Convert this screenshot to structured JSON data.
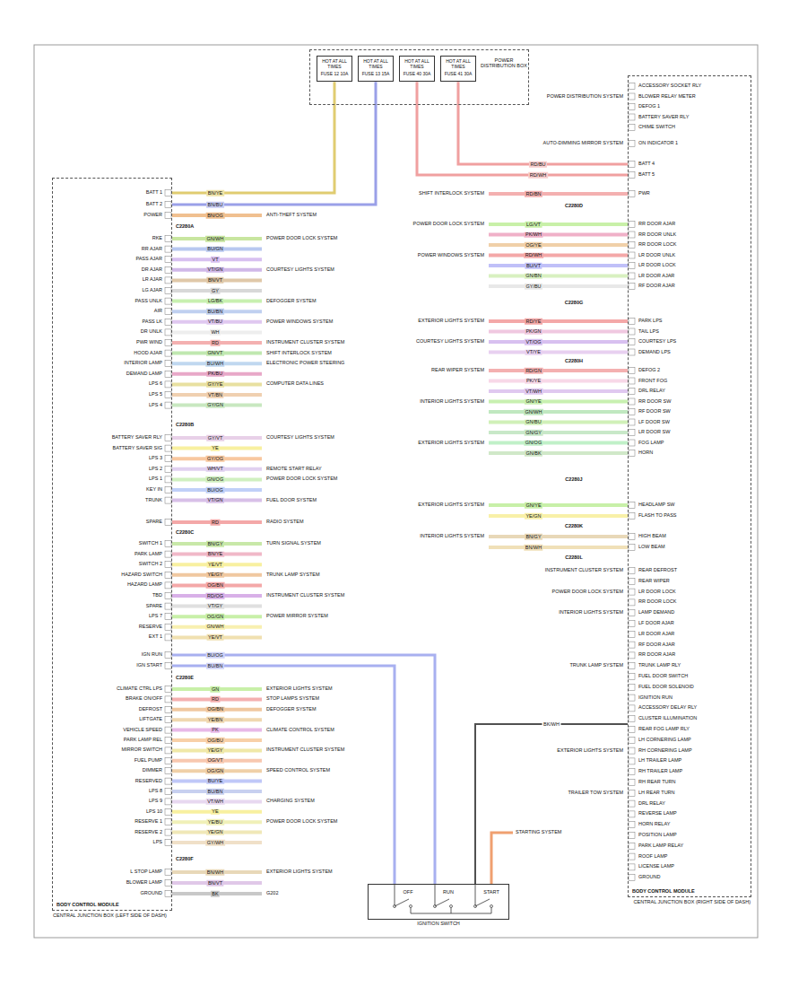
{
  "diagram": {
    "nodes": [
      {
        "text": [
          "POWER DISTRIBUTION BOX"
        ]
      },
      {
        "text": [
          "HOT AT ALL TIMES",
          "FUSE 12 10A"
        ],
        "in": 0
      },
      {
        "text": [
          "HOT AT ALL TIMES",
          "FUSE 13 15A"
        ],
        "in": 0
      },
      {
        "text": [
          "HOT AT ALL TIMES",
          "FUSE 40 30A"
        ],
        "in": 0
      },
      {
        "text": [
          "HOT AT ALL TIMES",
          "FUSE 41 30A"
        ],
        "in": 0
      },
      {
        "text": [
          "BODY CONTROL MODULE",
          "CENTRAL JUNCTION BOX (LEFT SIDE OF DASH)"
        ]
      },
      {
        "text": [
          "BODY CONTROL MODULE",
          "CENTRAL JUNCTION BOX (RIGHT SIDE OF DASH)"
        ]
      },
      {
        "text": [
          "IGNITION SWITCH"
        ]
      }
    ],
    "edges": [
      {
        "from": 1,
        "to": 5,
        "arrow": "none",
        "label": "BN/YE"
      },
      {
        "from": 2,
        "to": 5,
        "arrow": "none",
        "label": "BN/BU"
      },
      {
        "from": 3,
        "to": 6,
        "arrow": "none",
        "label": "RD/WH"
      },
      {
        "from": 4,
        "to": 6,
        "arrow": "none",
        "label": "RD/BU"
      },
      {
        "from": 7,
        "to": 5,
        "arrow": "none",
        "label": "BU/OG"
      },
      {
        "from": 7,
        "to": 5,
        "arrow": "none",
        "label": "BU/BN"
      },
      {
        "from": 7,
        "to": 6,
        "arrow": "none",
        "label": "BK/WH"
      }
    ],
    "labels": [
      "BATT 1",
      "BATT 2",
      "POWER",
      "BN/OG",
      "ANTI-THEFT SYSTEM",
      "C2280A",
      "RKE",
      "GN/WH",
      "POWER DOOR LOCK SYSTEM",
      "RR AJAR",
      "BU/GN",
      "PASS AJAR",
      "VT",
      "DR AJAR",
      "VT/GN",
      "COURTESY LIGHTS SYSTEM",
      "LR AJAR",
      "BN/VT",
      "LG AJAR",
      "GY",
      "PASS UNLK",
      "LG/BK",
      "DEFOGGER SYSTEM",
      "AIR",
      "BU/BN",
      "PASS LK",
      "VT/BU",
      "POWER WINDOWS SYSTEM",
      "DR UNLK",
      "WH",
      "PWR WIND",
      "RD",
      "INSTRUMENT CLUSTER SYSTEM",
      "HOOD AJAR",
      "GN/VT",
      "SHIFT INTERLOCK SYSTEM",
      "INTERIOR LAMP",
      "BU/WH",
      "ELECTRONIC POWER STEERING",
      "DEMAND LAMP",
      "PK/BU",
      "LPS 6",
      "GY/YE",
      "COMPUTER DATA LINES",
      "LPS 5",
      "VT/BN",
      "LPS 4",
      "GY/GN",
      "C2280B",
      "BATTERY SAVER RLY",
      "GY/VT",
      "COURTESY LIGHTS SYSTEM",
      "BATTERY SAVER SIG",
      "YE",
      "LPS 3",
      "GY/OG",
      "LPS 2",
      "WH/VT",
      "REMOTE START RELAY",
      "LPS 1",
      "GN/OG",
      "POWER DOOR LOCK SYSTEM",
      "KEY IN",
      "BU/OG",
      "TRUNK",
      "VT/GN",
      "FUEL DOOR SYSTEM",
      "SPARE",
      "RD",
      "RADIO SYSTEM",
      "C2280C",
      "SWITCH 1",
      "BN/GY",
      "TURN SIGNAL SYSTEM",
      "PARK LAMP",
      "BN/YE",
      "SWITCH 2",
      "YE/VT",
      "HAZARD SWITCH",
      "YE/GY",
      "TRUNK LAMP SYSTEM",
      "HAZARD LAMP",
      "OG/BN",
      "TBD",
      "RD/OG",
      "INSTRUMENT CLUSTER SYSTEM",
      "SPARE",
      "VT/GY",
      "LPS 7",
      "OG/GN",
      "POWER MIRROR SYSTEM",
      "RESERVE",
      "GN/WH",
      "EXT 1",
      "YE/VT",
      "IGN RUN",
      "IGN START",
      "C2280E",
      "CLIMATE CTRL LPS",
      "GN",
      "EXTERIOR LIGHTS SYSTEM",
      "BRAKE ON/OFF",
      "RD",
      "STOP LAMPS SYSTEM",
      "DEFROST",
      "OG/BN",
      "DEFOGGER SYSTEM",
      "LIFTGATE",
      "YE/BN",
      "VEHICLE SPEED",
      "PK",
      "CLIMATE CONTROL SYSTEM",
      "PARK LAMP REL",
      "OG/BU",
      "MIRROR SWITCH",
      "YE/GY",
      "INSTRUMENT CLUSTER SYSTEM",
      "FUEL PUMP",
      "OG/VT",
      "DIMMER",
      "OG/GN",
      "SPEED CONTROL SYSTEM",
      "RESERVED",
      "BU/YE",
      "LPS 8",
      "BU/BN",
      "LPS 9",
      "VT/WH",
      "CHARGING SYSTEM",
      "LPS 10",
      "YE",
      "RESERVE 1",
      "YE/BU",
      "POWER DOOR LOCK SYSTEM",
      "RESERVE 2",
      "YE/GN",
      "LPS",
      "GY/WH",
      "C2280F",
      "L STOP LAMP",
      "BN/WH",
      "EXTERIOR LIGHTS SYSTEM",
      "BLOWER LAMP",
      "BN/VT",
      "GROUND",
      "BK",
      "G202",
      "OFF",
      "RUN",
      "START",
      "STARTING SYSTEM",
      "ACCESSORY SOCKET RLY",
      "POWER DISTRIBUTION SYSTEM",
      "BLOWER RELAY METER",
      "DEFOG 1",
      "BATTERY SAVER RLY",
      "CHIME SWITCH",
      "AUTO-DIMMING MIRROR SYSTEM",
      "ON INDICATOR 1",
      "BATT 4",
      "BATT 5",
      "SHIFT INTERLOCK SYSTEM",
      "RD/BN",
      "PWR",
      "C2280D",
      "POWER DOOR LOCK SYSTEM",
      "LG/VT",
      "RR DOOR AJAR",
      "PK/WH",
      "RR DOOR UNLK",
      "OG/YE",
      "RR DOOR LOCK",
      "POWER WINDOWS SYSTEM",
      "RD/WH",
      "LR DOOR UNLK",
      "BU/VT",
      "LR DOOR LOCK",
      "GN/BN",
      "LR DOOR AJAR",
      "GY/BU",
      "RF DOOR AJAR",
      "C2280G",
      "EXTERIOR LIGHTS SYSTEM",
      "RD/YE",
      "PARK LPS",
      "PK/GN",
      "TAIL LPS",
      "COURTESY LIGHTS SYSTEM",
      "VT/OG",
      "COURTESY LPS",
      "VT/YE",
      "DEMAND LPS",
      "C2280H",
      "REAR WIPER SYSTEM",
      "RD/GN",
      "DEFOG 2",
      "PK/YE",
      "FRONT FOG",
      "VT/WH",
      "DRL RELAY",
      "INTERIOR LIGHTS SYSTEM",
      "GN/YE",
      "RR DOOR SW",
      "GN/WH",
      "RF DOOR SW",
      "GN/BU",
      "LF DOOR SW",
      "GN/GY",
      "LR DOOR SW",
      "EXTERIOR LIGHTS SYSTEM",
      "GN/OG",
      "FOG LAMP",
      "GN/BK",
      "HORN",
      "C2280J",
      "EXTERIOR LIGHTS SYSTEM",
      "GN/YE",
      "HEADLAMP SW",
      "YE/GN",
      "FLASH TO PASS",
      "C2280K",
      "INTERIOR LIGHTS SYSTEM",
      "BN/GY",
      "HIGH BEAM",
      "BN/WH",
      "LOW BEAM",
      "C2280L",
      "INSTRUMENT CLUSTER SYSTEM",
      "REAR DEFROST",
      "REAR WIPER",
      "POWER DOOR LOCK SYSTEM",
      "LR DOOR LOCK",
      "RR DOOR LOCK",
      "INTERIOR LIGHTS SYSTEM",
      "LAMP DEMAND",
      "LF DOOR AJAR",
      "LR DOOR AJAR",
      "RF DOOR AJAR",
      "RR DOOR AJAR",
      "TRUNK LAMP SYSTEM",
      "TRUNK LAMP RLY",
      "FUEL DOOR SWITCH",
      "FUEL DOOR SOLENOID",
      "IGNITION RUN",
      "ACCESSORY DELAY RLY",
      "CLUSTER ILLUMINATION",
      "REAR FOG LAMP RLY",
      "LH CORNERING LAMP",
      "EXTERIOR LIGHTS SYSTEM",
      "RH CORNERING LAMP",
      "LH TRAILER LAMP",
      "RH TRAILER LAMP",
      "RH REAR TURN",
      "TRAILER TOW SYSTEM",
      "LH REAR TURN",
      "DRL RELAY",
      "REVERSE LAMP",
      "HORN RELAY",
      "POSITION LAMP",
      "PARK LAMP RELAY",
      "ROOF LAMP",
      "LICENSE LAMP",
      "GROUND"
    ]
  }
}
